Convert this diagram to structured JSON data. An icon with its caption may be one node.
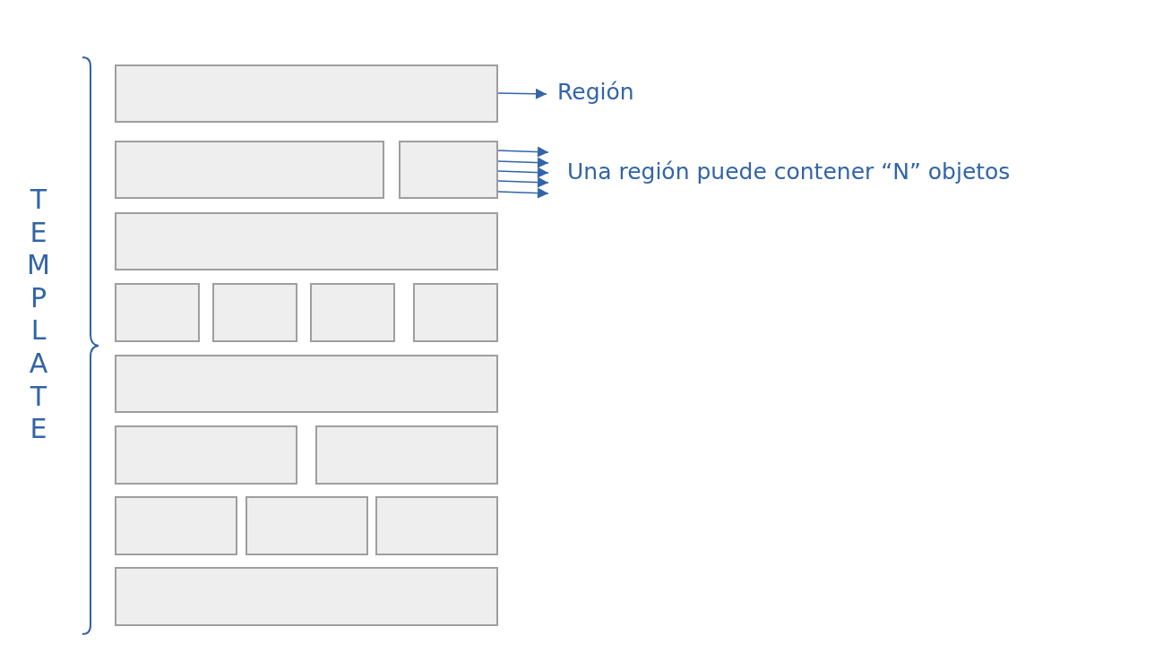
{
  "diagram": {
    "nodes": [
      {
        "text": [],
        "shape": "box"
      },
      {
        "text": [],
        "shape": "box"
      },
      {
        "text": [],
        "shape": "box"
      },
      {
        "text": [],
        "shape": "box"
      },
      {
        "text": [],
        "shape": "box"
      },
      {
        "text": [],
        "shape": "box"
      },
      {
        "text": [],
        "shape": "box"
      },
      {
        "text": [],
        "shape": "box"
      },
      {
        "text": [],
        "shape": "box"
      },
      {
        "text": [],
        "shape": "box"
      },
      {
        "text": [],
        "shape": "box"
      },
      {
        "text": [],
        "shape": "box"
      },
      {
        "text": [],
        "shape": "box"
      },
      {
        "text": [],
        "shape": "box"
      },
      {
        "text": [],
        "shape": "box"
      },
      {
        "text": [
          "Región"
        ]
      },
      {
        "text": [
          "Una región puede contener “N” objetos"
        ]
      }
    ],
    "edges": [
      {
        "from": 0,
        "to": 15,
        "arrow": "to"
      },
      {
        "from": 2,
        "to": 16,
        "arrow": "to"
      },
      {
        "from": 2,
        "to": 16,
        "arrow": "to"
      },
      {
        "from": 2,
        "to": 16,
        "arrow": "to"
      },
      {
        "from": 2,
        "to": 16,
        "arrow": "to"
      },
      {
        "from": 2,
        "to": 16,
        "arrow": "to"
      }
    ],
    "labels": [
      "TEMPLATE"
    ]
  }
}
